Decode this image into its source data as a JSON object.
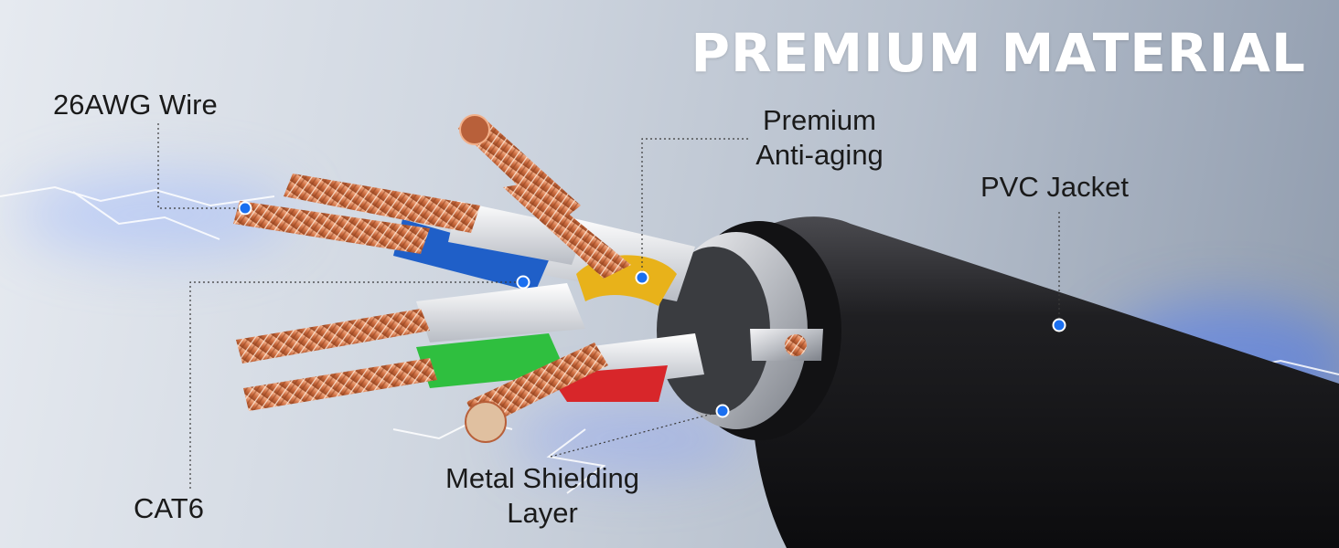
{
  "title": "PREMIUM MATERIAL",
  "labels": {
    "wire": "26AWG Wire",
    "anti_aging_line1": "Premium",
    "anti_aging_line2": "Anti-aging",
    "jacket": "PVC Jacket",
    "cat6": "CAT6",
    "shield_line1": "Metal Shielding",
    "shield_line2": "Layer"
  },
  "colors": {
    "dot": "#1a6ff0",
    "copper": "#d9865a",
    "jacket": "#1c1c1e",
    "pair_blue": "#1f5fc8",
    "pair_green": "#2fbf3f",
    "pair_orange": "#e8b21a",
    "pair_red": "#d8262a"
  }
}
